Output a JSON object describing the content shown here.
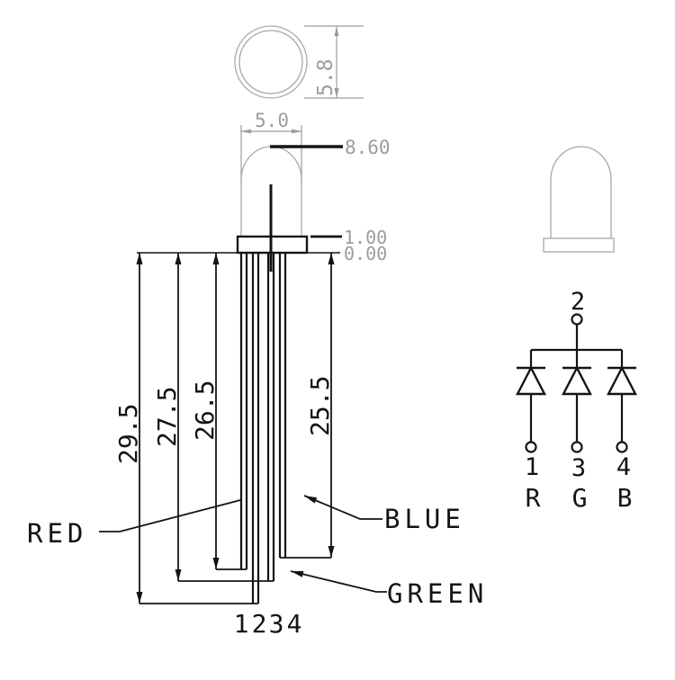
{
  "drawing": {
    "top_view": {
      "diameter": "5.8"
    },
    "front_view": {
      "body_width": "5.0",
      "dome_height": "8.60",
      "standoff_height": "1.00",
      "datum": "0.00",
      "pin2_length": "29.5",
      "pin3_length": "27.5",
      "pin1_length": "26.5",
      "pin4_length": "25.5",
      "pin_numbers": [
        "1",
        "2",
        "3",
        "4"
      ]
    },
    "lead_labels": {
      "red": "RED",
      "blue": "BLUE",
      "green": "GREEN"
    },
    "schematic": {
      "common_pin": "2",
      "bottom_pins": [
        "1",
        "3",
        "4"
      ],
      "channels": [
        "R",
        "G",
        "B"
      ]
    }
  },
  "colors": {
    "line": "#141414",
    "outline": "#a8a8a8",
    "dim_text": "#9c9c9c",
    "background": "#ffffff"
  }
}
